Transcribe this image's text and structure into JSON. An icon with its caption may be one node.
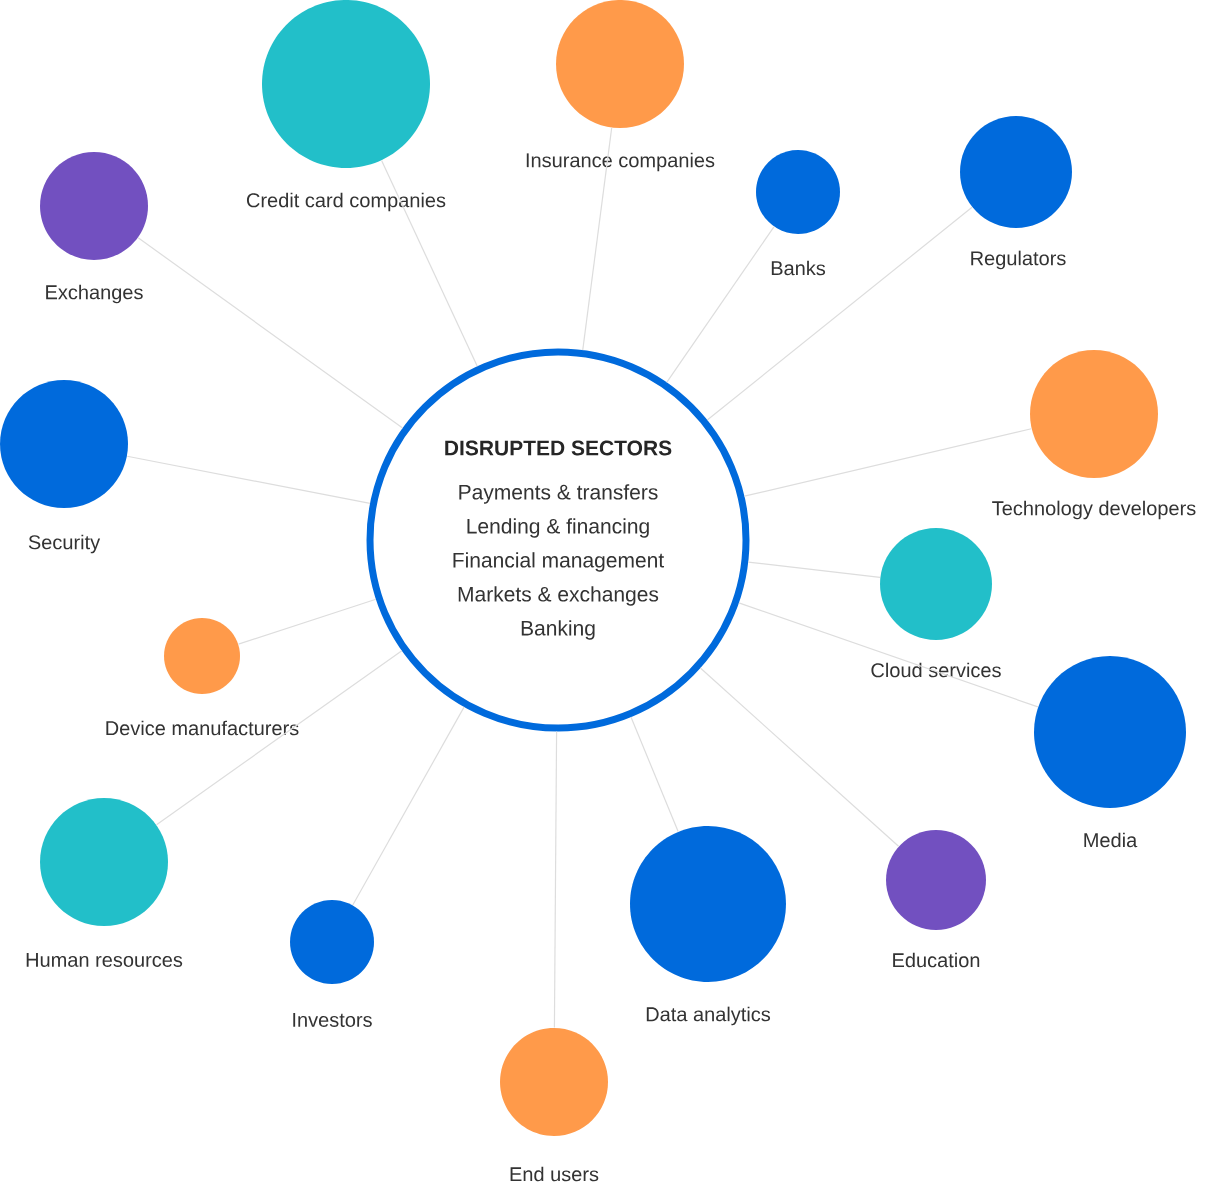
{
  "diagram": {
    "nodes": [
      {
        "text": [
          "DISRUPTED SECTORS",
          "Payments & transfers",
          "Lending & financing",
          "Financial management",
          "Markets & exchanges",
          "Banking"
        ]
      },
      {
        "text": [
          "Credit card companies"
        ]
      },
      {
        "text": [
          "Insurance companies"
        ]
      },
      {
        "text": [
          "Exchanges"
        ]
      },
      {
        "text": [
          "Banks"
        ]
      },
      {
        "text": [
          "Regulators"
        ]
      },
      {
        "text": [
          "Security"
        ]
      },
      {
        "text": [
          "Technology developers"
        ]
      },
      {
        "text": [
          "Cloud services"
        ]
      },
      {
        "text": [
          "Device manufacturers"
        ]
      },
      {
        "text": [
          "Media"
        ]
      },
      {
        "text": [
          "Human resources"
        ]
      },
      {
        "text": [
          "Investors"
        ]
      },
      {
        "text": [
          "Data analytics"
        ]
      },
      {
        "text": [
          "Education"
        ]
      },
      {
        "text": [
          "End users"
        ]
      }
    ],
    "edges": [
      {
        "from": 0,
        "to": 1,
        "arrow": "none"
      },
      {
        "from": 0,
        "to": 2,
        "arrow": "none"
      },
      {
        "from": 0,
        "to": 3,
        "arrow": "none"
      },
      {
        "from": 0,
        "to": 4,
        "arrow": "none"
      },
      {
        "from": 0,
        "to": 5,
        "arrow": "none"
      },
      {
        "from": 0,
        "to": 6,
        "arrow": "none"
      },
      {
        "from": 0,
        "to": 7,
        "arrow": "none"
      },
      {
        "from": 0,
        "to": 8,
        "arrow": "none"
      },
      {
        "from": 0,
        "to": 9,
        "arrow": "none"
      },
      {
        "from": 0,
        "to": 10,
        "arrow": "none"
      },
      {
        "from": 0,
        "to": 11,
        "arrow": "none"
      },
      {
        "from": 0,
        "to": 12,
        "arrow": "none"
      },
      {
        "from": 0,
        "to": 13,
        "arrow": "none"
      },
      {
        "from": 0,
        "to": 14,
        "arrow": "none"
      },
      {
        "from": 0,
        "to": 15,
        "arrow": "none"
      }
    ]
  }
}
